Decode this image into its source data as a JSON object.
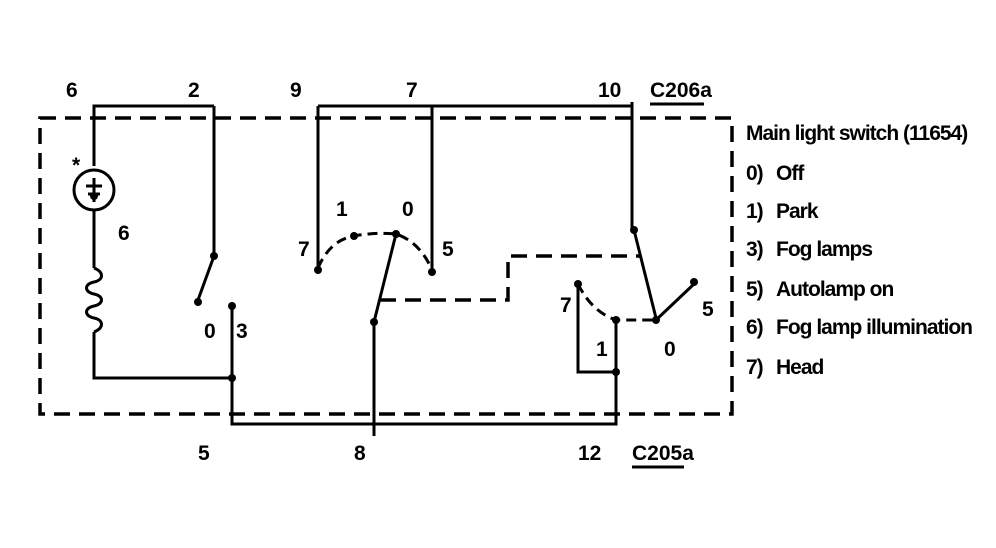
{
  "pins_top": {
    "p6": "6",
    "p2": "2",
    "p9": "9",
    "p7": "7",
    "p10": "10"
  },
  "pins_bottom": {
    "p5": "5",
    "p8": "8",
    "p12": "12"
  },
  "connectors": {
    "top": "C206a",
    "bottom": "C205a"
  },
  "component_labels": {
    "bulb_marker": "*",
    "bulb_pos": "6",
    "sw_left_0": "0",
    "sw_left_3": "3",
    "sw_mid_7": "7",
    "sw_mid_1": "1",
    "sw_mid_0": "0",
    "sw_mid_5": "5",
    "sw_r1_7": "7",
    "sw_r1_1": "1",
    "sw_r2_0": "0",
    "sw_r2_5": "5"
  },
  "legend": {
    "title": "Main light switch (11654)",
    "items": [
      {
        "key": "0)",
        "text": "Off"
      },
      {
        "key": "1)",
        "text": "Park"
      },
      {
        "key": "3)",
        "text": "Fog lamps"
      },
      {
        "key": "5)",
        "text": "Autolamp on"
      },
      {
        "key": "6)",
        "text": "Fog lamp illumination"
      },
      {
        "key": "7)",
        "text": "Head"
      }
    ]
  }
}
